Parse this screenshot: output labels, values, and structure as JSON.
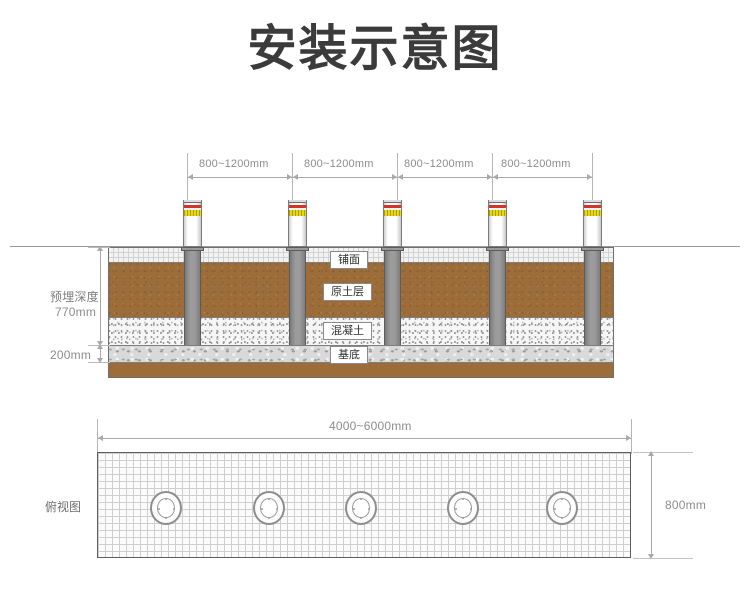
{
  "page": {
    "title": "安装示意图"
  },
  "section_view": {
    "spacing_dims": [
      {
        "label": "800~1200mm"
      },
      {
        "label": "800~1200mm"
      },
      {
        "label": "800~1200mm"
      },
      {
        "label": "800~1200mm"
      }
    ],
    "depth_dim": {
      "name": "预埋深度",
      "value": "770mm"
    },
    "base_dim": {
      "value": "200mm"
    },
    "layers": [
      {
        "key": "pavement",
        "label": "铺面",
        "color": "#f2f2f2"
      },
      {
        "key": "native_soil",
        "label": "原土层",
        "color": "#9c6d38"
      },
      {
        "key": "concrete",
        "label": "混凝土",
        "color": "#f6f6f6"
      },
      {
        "key": "base",
        "label": "基底",
        "color": "#d9d9d9"
      }
    ],
    "bollard_count": 5,
    "bollard_colors": {
      "body": "#ffffff",
      "stripe_red": "#d2342a",
      "stripe_yellow": "#e9d714",
      "sleeve": "#8e8e8e"
    }
  },
  "plan_view": {
    "view_label": "俯视图",
    "width_dim": "4000~6000mm",
    "height_dim": "800mm",
    "hole_count": 5
  },
  "chart_data": {
    "type": "diagram",
    "title": "安装示意图",
    "views": [
      {
        "name": "cross-section",
        "bollard_spacing_mm": [
          [
            800,
            1200
          ],
          [
            800,
            1200
          ],
          [
            800,
            1200
          ],
          [
            800,
            1200
          ]
        ],
        "embedment_depth_mm": 770,
        "base_layer_thickness_mm": 200,
        "layer_stack_top_to_bottom": [
          "铺面",
          "原土层",
          "混凝土",
          "基底"
        ],
        "bollards": 5
      },
      {
        "name": "plan",
        "slab_length_mm": [
          4000,
          6000
        ],
        "slab_width_mm": 800,
        "holes": 5
      }
    ]
  }
}
